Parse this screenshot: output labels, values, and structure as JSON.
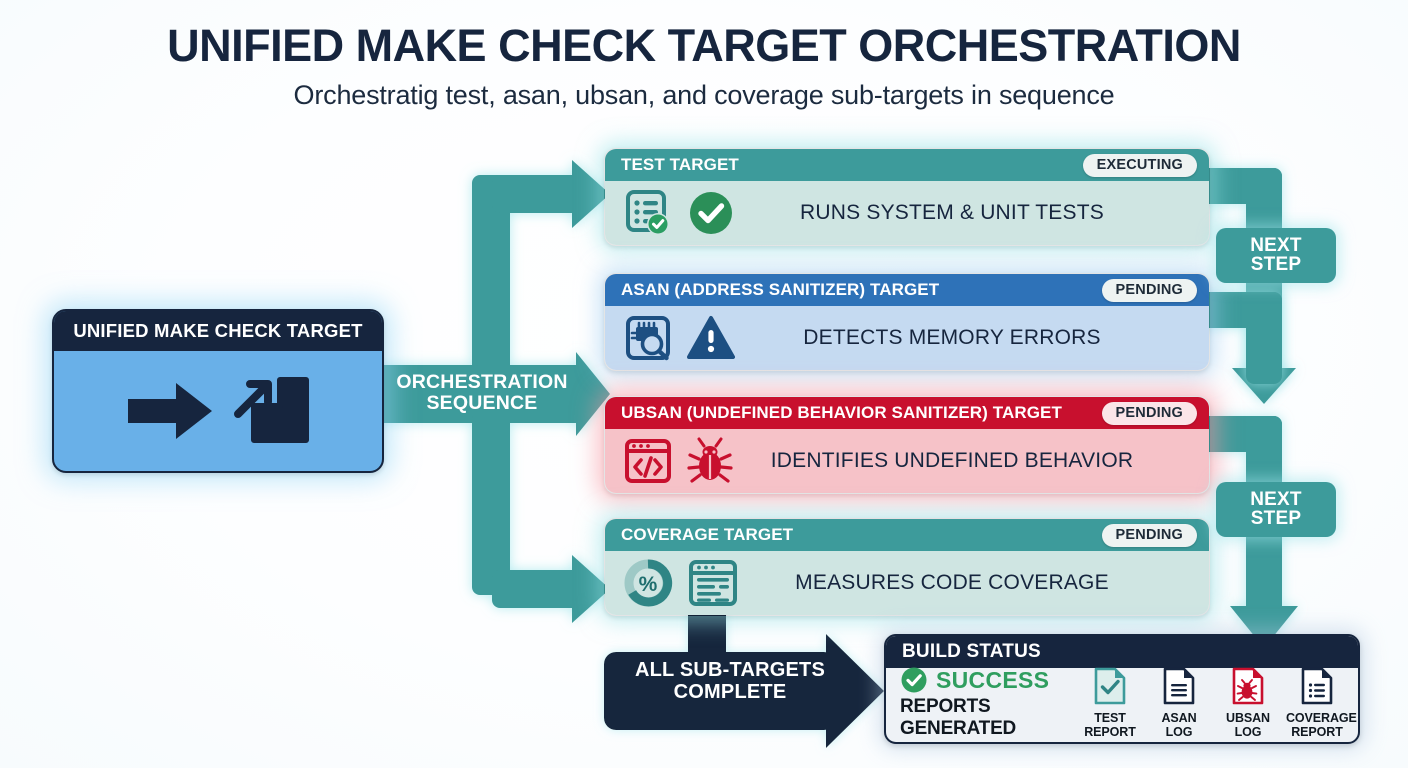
{
  "header": {
    "title": "UNIFIED MAKE CHECK TARGET ORCHESTRATION",
    "subtitle": "Orchestratig test, asan, ubsan, and coverage sub-targets in sequence"
  },
  "entry": {
    "title": "UNIFIED MAKE CHECK TARGET",
    "icons": [
      "arrow-right-icon",
      "stairs-up-arrow-icon"
    ]
  },
  "orchestration": {
    "label_line1": "ORCHESTRATION",
    "label_line2": "SEQUENCE"
  },
  "cards": [
    {
      "id": "test",
      "title": "TEST TARGET",
      "status": "EXECUTING",
      "description": "RUNS SYSTEM & UNIT TESTS",
      "icons": [
        "checklist-icon",
        "check-circle-icon"
      ],
      "header_color": "#3d9b9b",
      "body_color": "#cfe5e2"
    },
    {
      "id": "asan",
      "title": "ASAN (ADDRESS SANITIZER) TARGET",
      "status": "PENDING",
      "description": "DETECTS MEMORY ERRORS",
      "icons": [
        "memory-chip-inspect-icon",
        "warning-triangle-icon"
      ],
      "header_color": "#2e72b8",
      "body_color": "#c5daf1"
    },
    {
      "id": "ubsan",
      "title": "UBSAN (UNDEFINED BEHAVIOR SANITIZER) TARGET",
      "status": "PENDING",
      "description": "IDENTIFIES UNDEFINED BEHAVIOR",
      "icons": [
        "code-window-icon",
        "bug-icon"
      ],
      "header_color": "#c8102e",
      "body_color": "#f6c2c8"
    },
    {
      "id": "coverage",
      "title": "COVERAGE TARGET",
      "status": "PENDING",
      "description": "MEASURES CODE COVERAGE",
      "icons": [
        "percent-donut-icon",
        "report-window-icon"
      ],
      "header_color": "#3d9b9b",
      "body_color": "#cfe5e2"
    }
  ],
  "connectors": {
    "next_step_1": {
      "line1": "NEXT",
      "line2": "STEP"
    },
    "next_step_2": {
      "line1": "NEXT",
      "line2": "STEP"
    },
    "complete": {
      "line1": "ALL SUB-TARGETS",
      "line2": "COMPLETE"
    }
  },
  "build_status": {
    "title": "BUILD STATUS",
    "result": "SUCCESS",
    "result_icon": "check-circle-icon",
    "subtext": "REPORTS GENERATED",
    "artifacts": [
      {
        "line1": "TEST",
        "line2": "REPORT",
        "icon": "document-check-icon",
        "color": "#3d9b9b"
      },
      {
        "line1": "ASAN",
        "line2": "LOG",
        "icon": "document-lines-icon",
        "color": "#16253e"
      },
      {
        "line1": "UBSAN",
        "line2": "LOG",
        "icon": "document-bug-icon",
        "color": "#c8102e"
      },
      {
        "line1": "COVERAGE",
        "line2": "REPORT",
        "icon": "document-list-icon",
        "color": "#16253e"
      }
    ]
  },
  "palette": {
    "navy": "#16253e",
    "teal": "#3d9b9b",
    "blue": "#2e72b8",
    "red": "#c8102e",
    "green": "#2f9e5f",
    "entry_blue": "#69b0e8"
  }
}
